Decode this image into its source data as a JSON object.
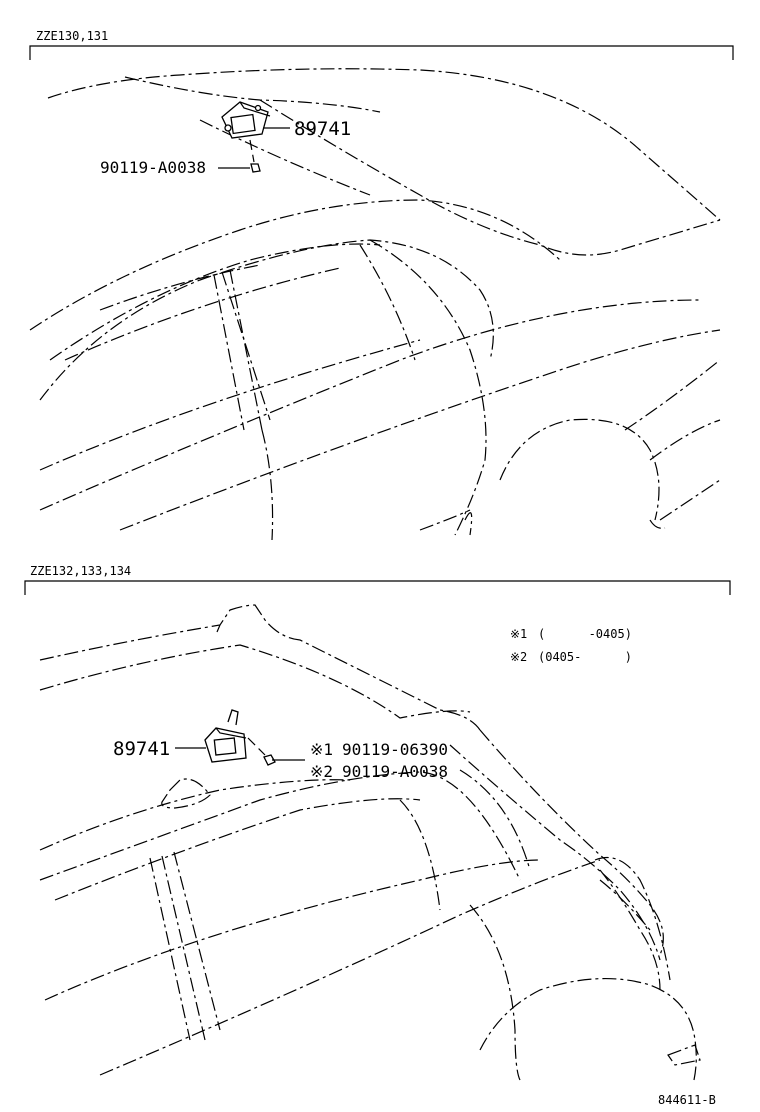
{
  "sections": [
    {
      "model_code": "ZZE130,131",
      "parts": [
        {
          "number": "89741"
        },
        {
          "number": "90119-A0038"
        }
      ]
    },
    {
      "model_code": "ZZE132,133,134",
      "legend": [
        {
          "mark": "※1",
          "range": "(      -0405)"
        },
        {
          "mark": "※2",
          "range": "(0405-      )"
        }
      ],
      "parts": [
        {
          "number": "89741"
        },
        {
          "mark": "※1",
          "number": "90119-06390"
        },
        {
          "mark": "※2",
          "number": "90119-A0038"
        }
      ]
    }
  ],
  "illustration_code": "844611-B"
}
